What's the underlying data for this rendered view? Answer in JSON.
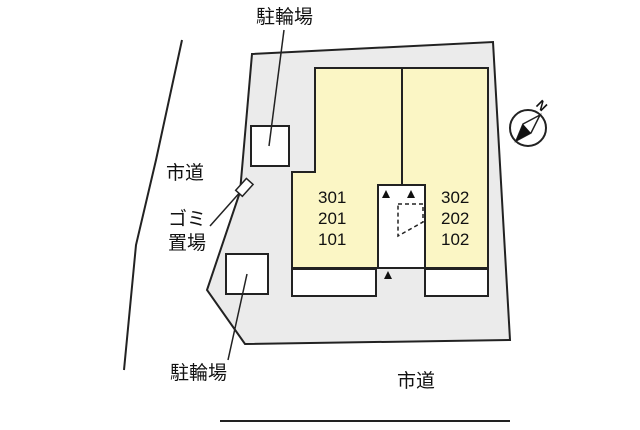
{
  "labels": {
    "bicycle_parking_top": "駐輪場",
    "bicycle_parking_bottom": "駐輪場",
    "city_road_left": "市道",
    "city_road_bottom": "市道",
    "garbage_line1": "ゴミ",
    "garbage_line2": "置場"
  },
  "units": {
    "left_column": [
      "301",
      "201",
      "101"
    ],
    "right_column": [
      "302",
      "202",
      "102"
    ]
  },
  "compass": {
    "north_label": "N"
  },
  "colors": {
    "lot": "#ebebeb",
    "building": "#fbf6c5",
    "outline": "#222222"
  }
}
